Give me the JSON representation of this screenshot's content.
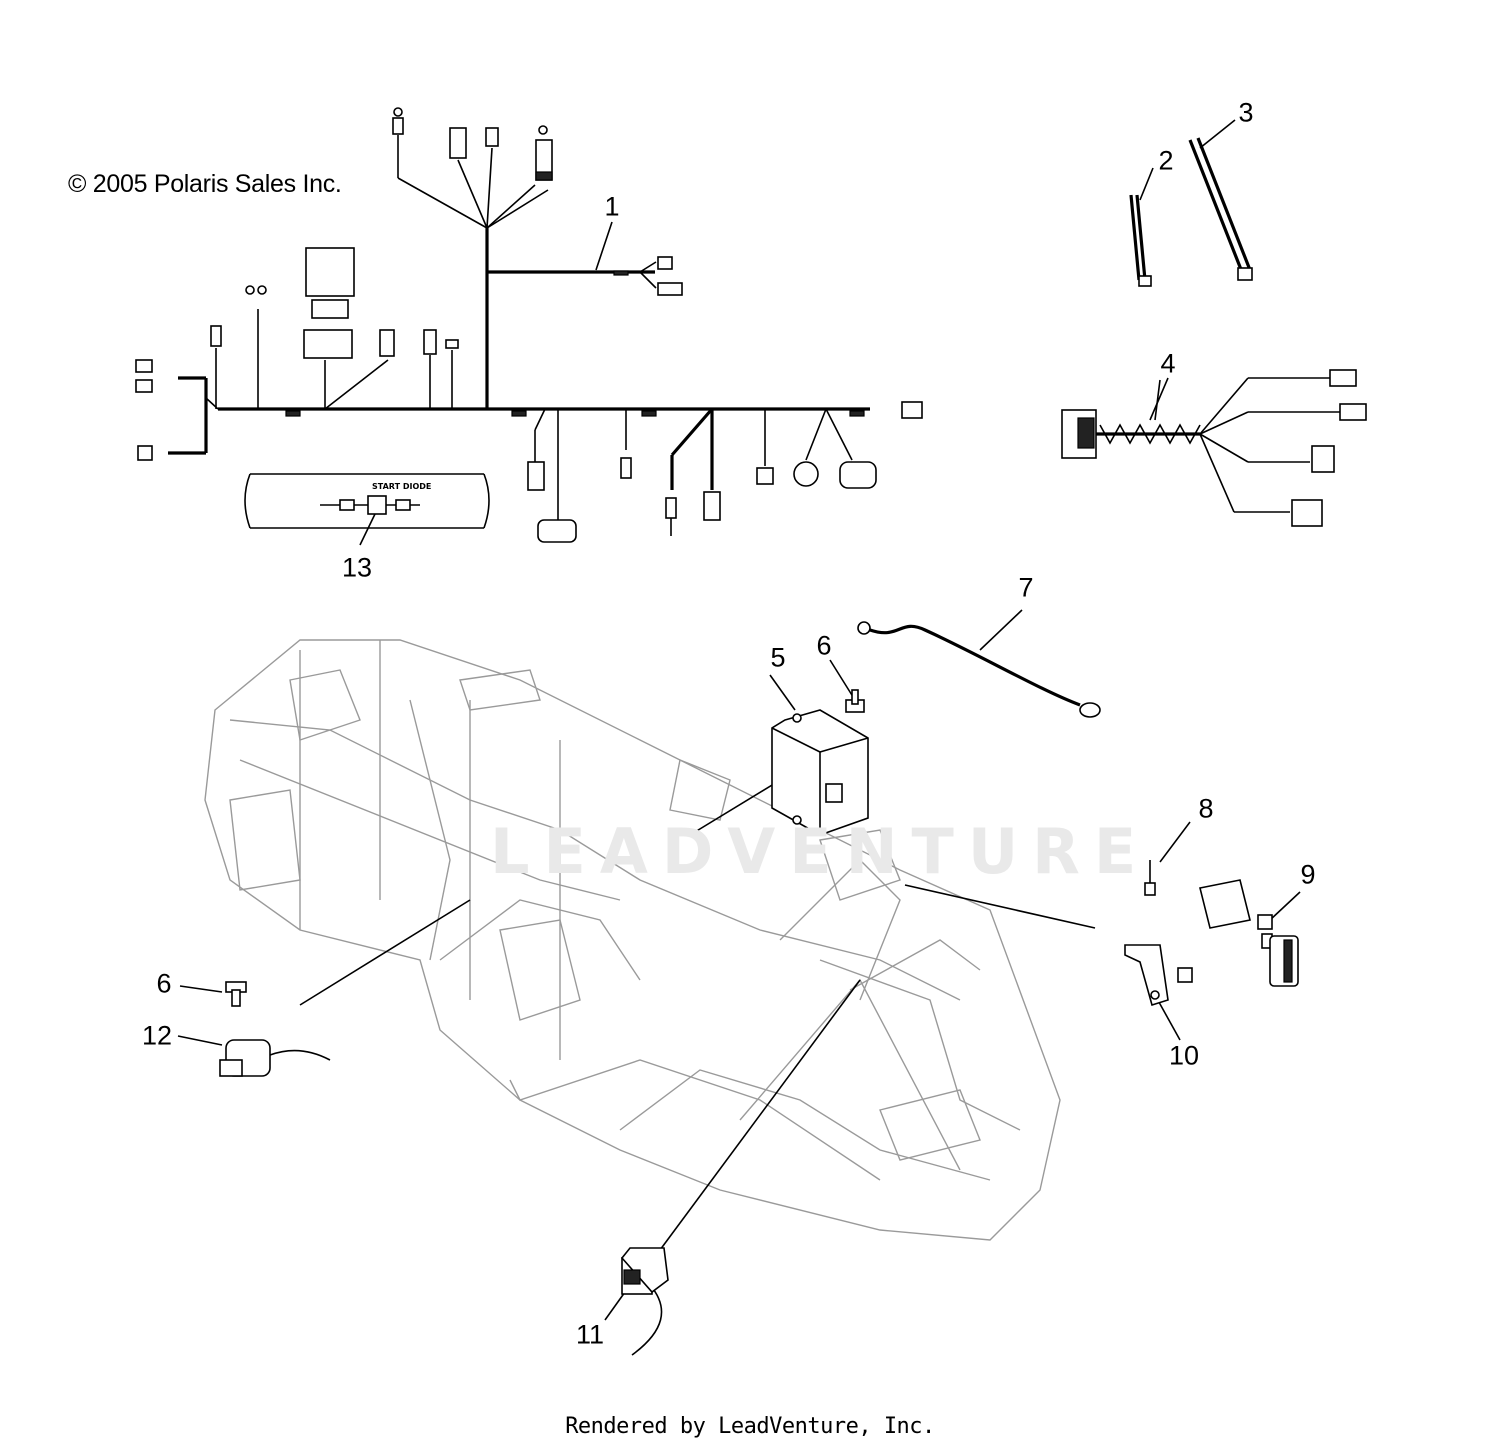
{
  "copyright": "© 2005 Polaris Sales Inc.",
  "footer": "Rendered by LeadVenture, Inc.",
  "watermark": "LEADVENTURE",
  "start_diode_label": "START DIODE",
  "callouts": [
    {
      "id": "1",
      "label": "1"
    },
    {
      "id": "2",
      "label": "2"
    },
    {
      "id": "3",
      "label": "3"
    },
    {
      "id": "4",
      "label": "4"
    },
    {
      "id": "5",
      "label": "5"
    },
    {
      "id": "6a",
      "label": "6"
    },
    {
      "id": "6b",
      "label": "6"
    },
    {
      "id": "7",
      "label": "7"
    },
    {
      "id": "8",
      "label": "8"
    },
    {
      "id": "9",
      "label": "9"
    },
    {
      "id": "10",
      "label": "10"
    },
    {
      "id": "11",
      "label": "11"
    },
    {
      "id": "12",
      "label": "12"
    },
    {
      "id": "13",
      "label": "13"
    }
  ]
}
